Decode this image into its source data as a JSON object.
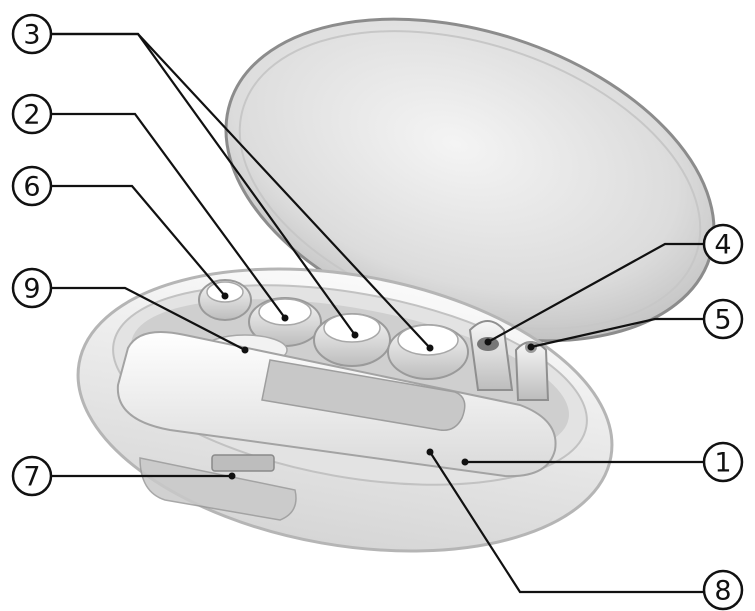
{
  "callouts": [
    {
      "id": "1",
      "label": "1"
    },
    {
      "id": "2",
      "label": "2"
    },
    {
      "id": "3",
      "label": "3"
    },
    {
      "id": "4",
      "label": "4"
    },
    {
      "id": "5",
      "label": "5"
    },
    {
      "id": "6",
      "label": "6"
    },
    {
      "id": "7",
      "label": "7"
    },
    {
      "id": "8",
      "label": "8"
    },
    {
      "id": "9",
      "label": "9"
    }
  ]
}
